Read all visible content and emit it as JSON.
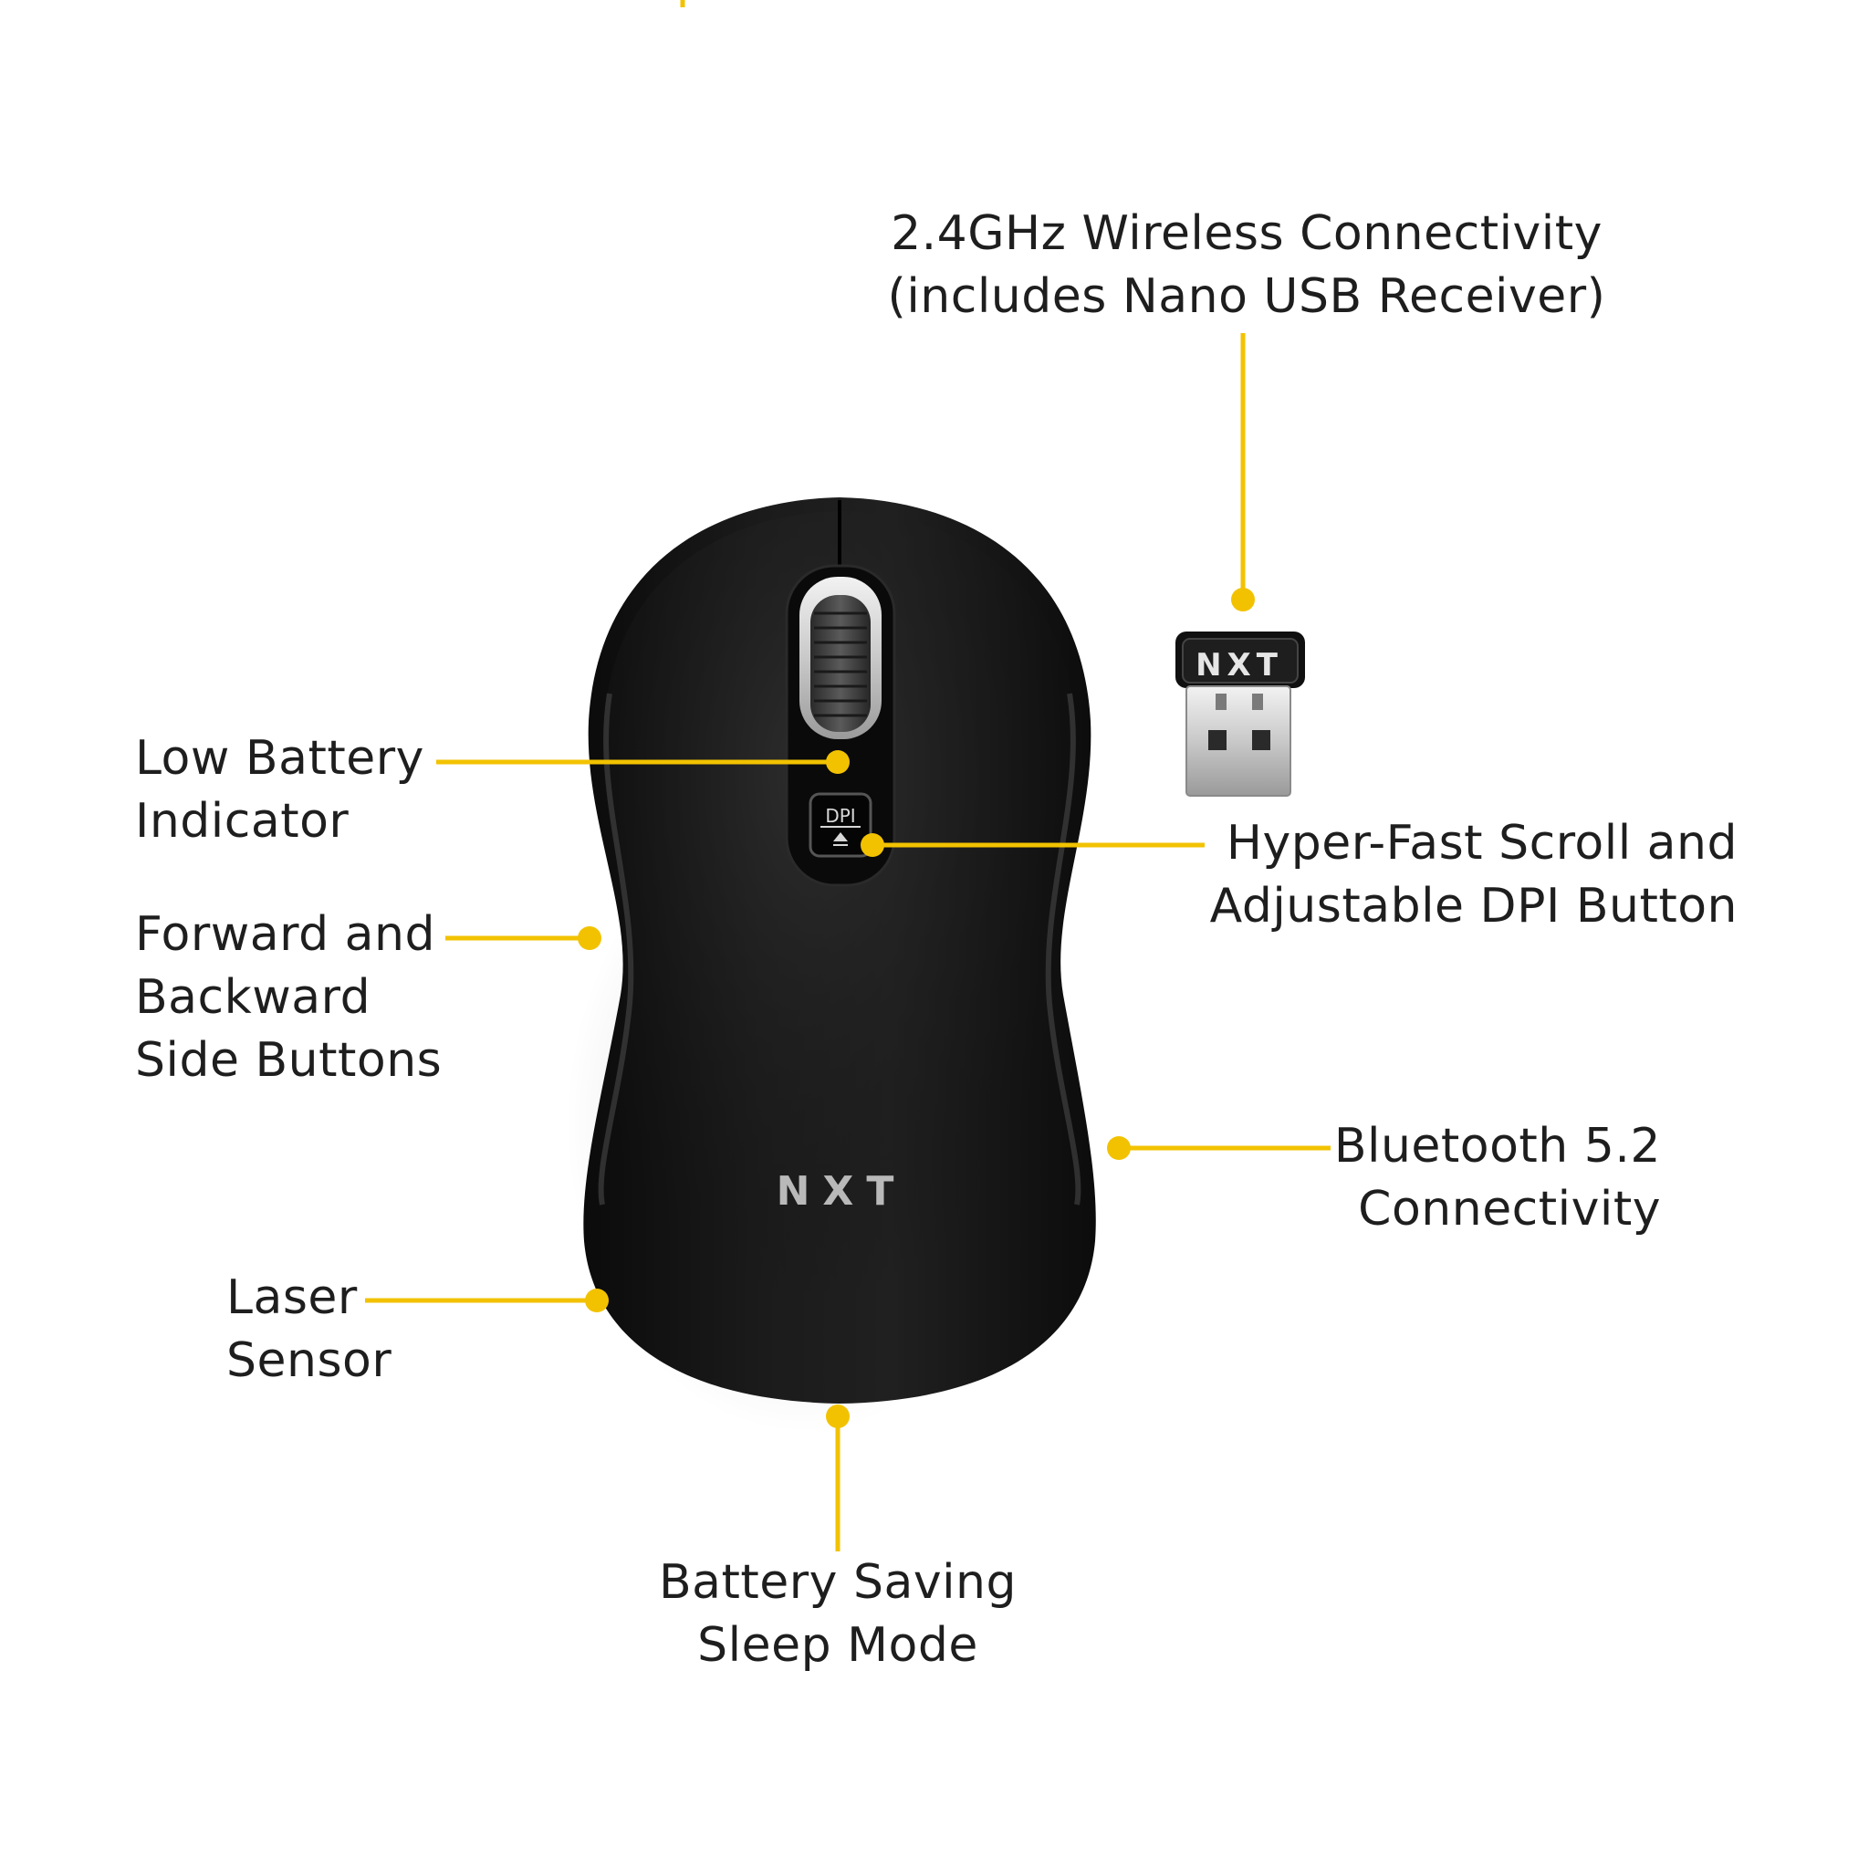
{
  "accent_color": "#F2C200",
  "brand": {
    "mouse_logo": "NXT",
    "receiver_logo": "NXT",
    "dpi_label": "DPI"
  },
  "callouts": {
    "wireless": {
      "line1": "2.4GHz Wireless Connectivity",
      "line2": "(includes Nano USB Receiver)"
    },
    "low_battery": {
      "line1": "Low Battery",
      "line2": "Indicator"
    },
    "side_buttons": {
      "line1": "Forward and",
      "line2": "Backward",
      "line3": "Side Buttons"
    },
    "dpi": {
      "line1": "Hyper-Fast Scroll and",
      "line2": "Adjustable DPI Button"
    },
    "bluetooth": {
      "line1": "Bluetooth 5.2",
      "line2": "Connectivity"
    },
    "laser": {
      "line1": "Laser",
      "line2": "Sensor"
    },
    "sleep": {
      "line1": "Battery Saving",
      "line2": "Sleep Mode"
    }
  }
}
